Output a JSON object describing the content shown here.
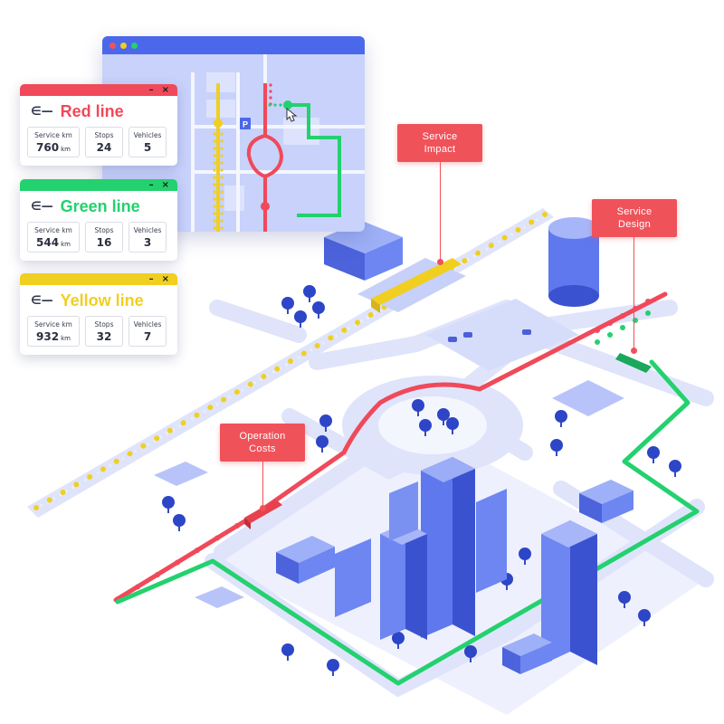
{
  "lines": [
    {
      "name": "Red line",
      "color": "#f0495a",
      "service_km_label": "Service km",
      "service_km": "760",
      "unit": "km",
      "stops_label": "Stops",
      "stops": "24",
      "vehicles_label": "Vehicles",
      "vehicles": "5"
    },
    {
      "name": "Green line",
      "color": "#23d16e",
      "service_km_label": "Service km",
      "service_km": "544",
      "unit": "km",
      "stops_label": "Stops",
      "stops": "16",
      "vehicles_label": "Vehicles",
      "vehicles": "3"
    },
    {
      "name": "Yellow line",
      "color": "#f0cf21",
      "service_km_label": "Service km",
      "service_km": "932",
      "unit": "km",
      "stops_label": "Stops",
      "stops": "32",
      "vehicles_label": "Vehicles",
      "vehicles": "7"
    }
  ],
  "window_controls": {
    "minimize": "–",
    "close": "×"
  },
  "callouts": {
    "service_impact": "Service\nImpact",
    "service_design": "Service\nDesign",
    "operation_costs": "Operation\nCosts"
  },
  "map": {
    "parking_label": "P"
  },
  "colors": {
    "brand_blue": "#4b68ea",
    "callout": "#f0525a",
    "road": "#dfe4fb"
  }
}
